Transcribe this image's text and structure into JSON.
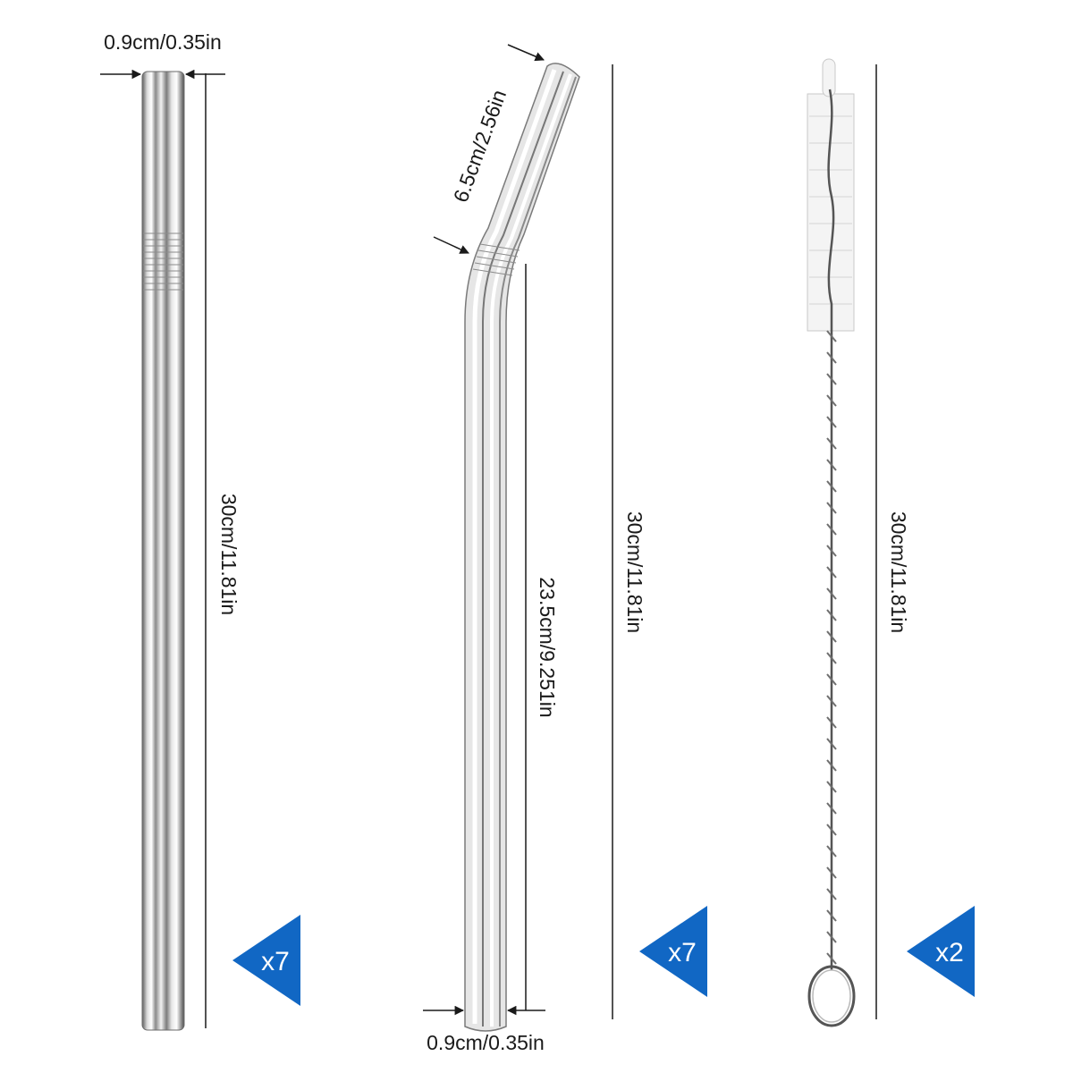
{
  "straight_straw": {
    "diameter_label": "0.9cm/0.35in",
    "length_label": "30cm/11.81in",
    "quantity_label": "x7"
  },
  "bent_straw": {
    "bend_label": "6.5cm/2.56in",
    "lower_label": "23.5cm/9.251in",
    "length_label": "30cm/11.81in",
    "diameter_label": "0.9cm/0.35in",
    "quantity_label": "x7"
  },
  "cleaning_brush": {
    "length_label": "30cm/11.81in",
    "quantity_label": "x2"
  },
  "colors": {
    "badge": "#1167c4",
    "dimension_line": "#1a1a1a"
  }
}
